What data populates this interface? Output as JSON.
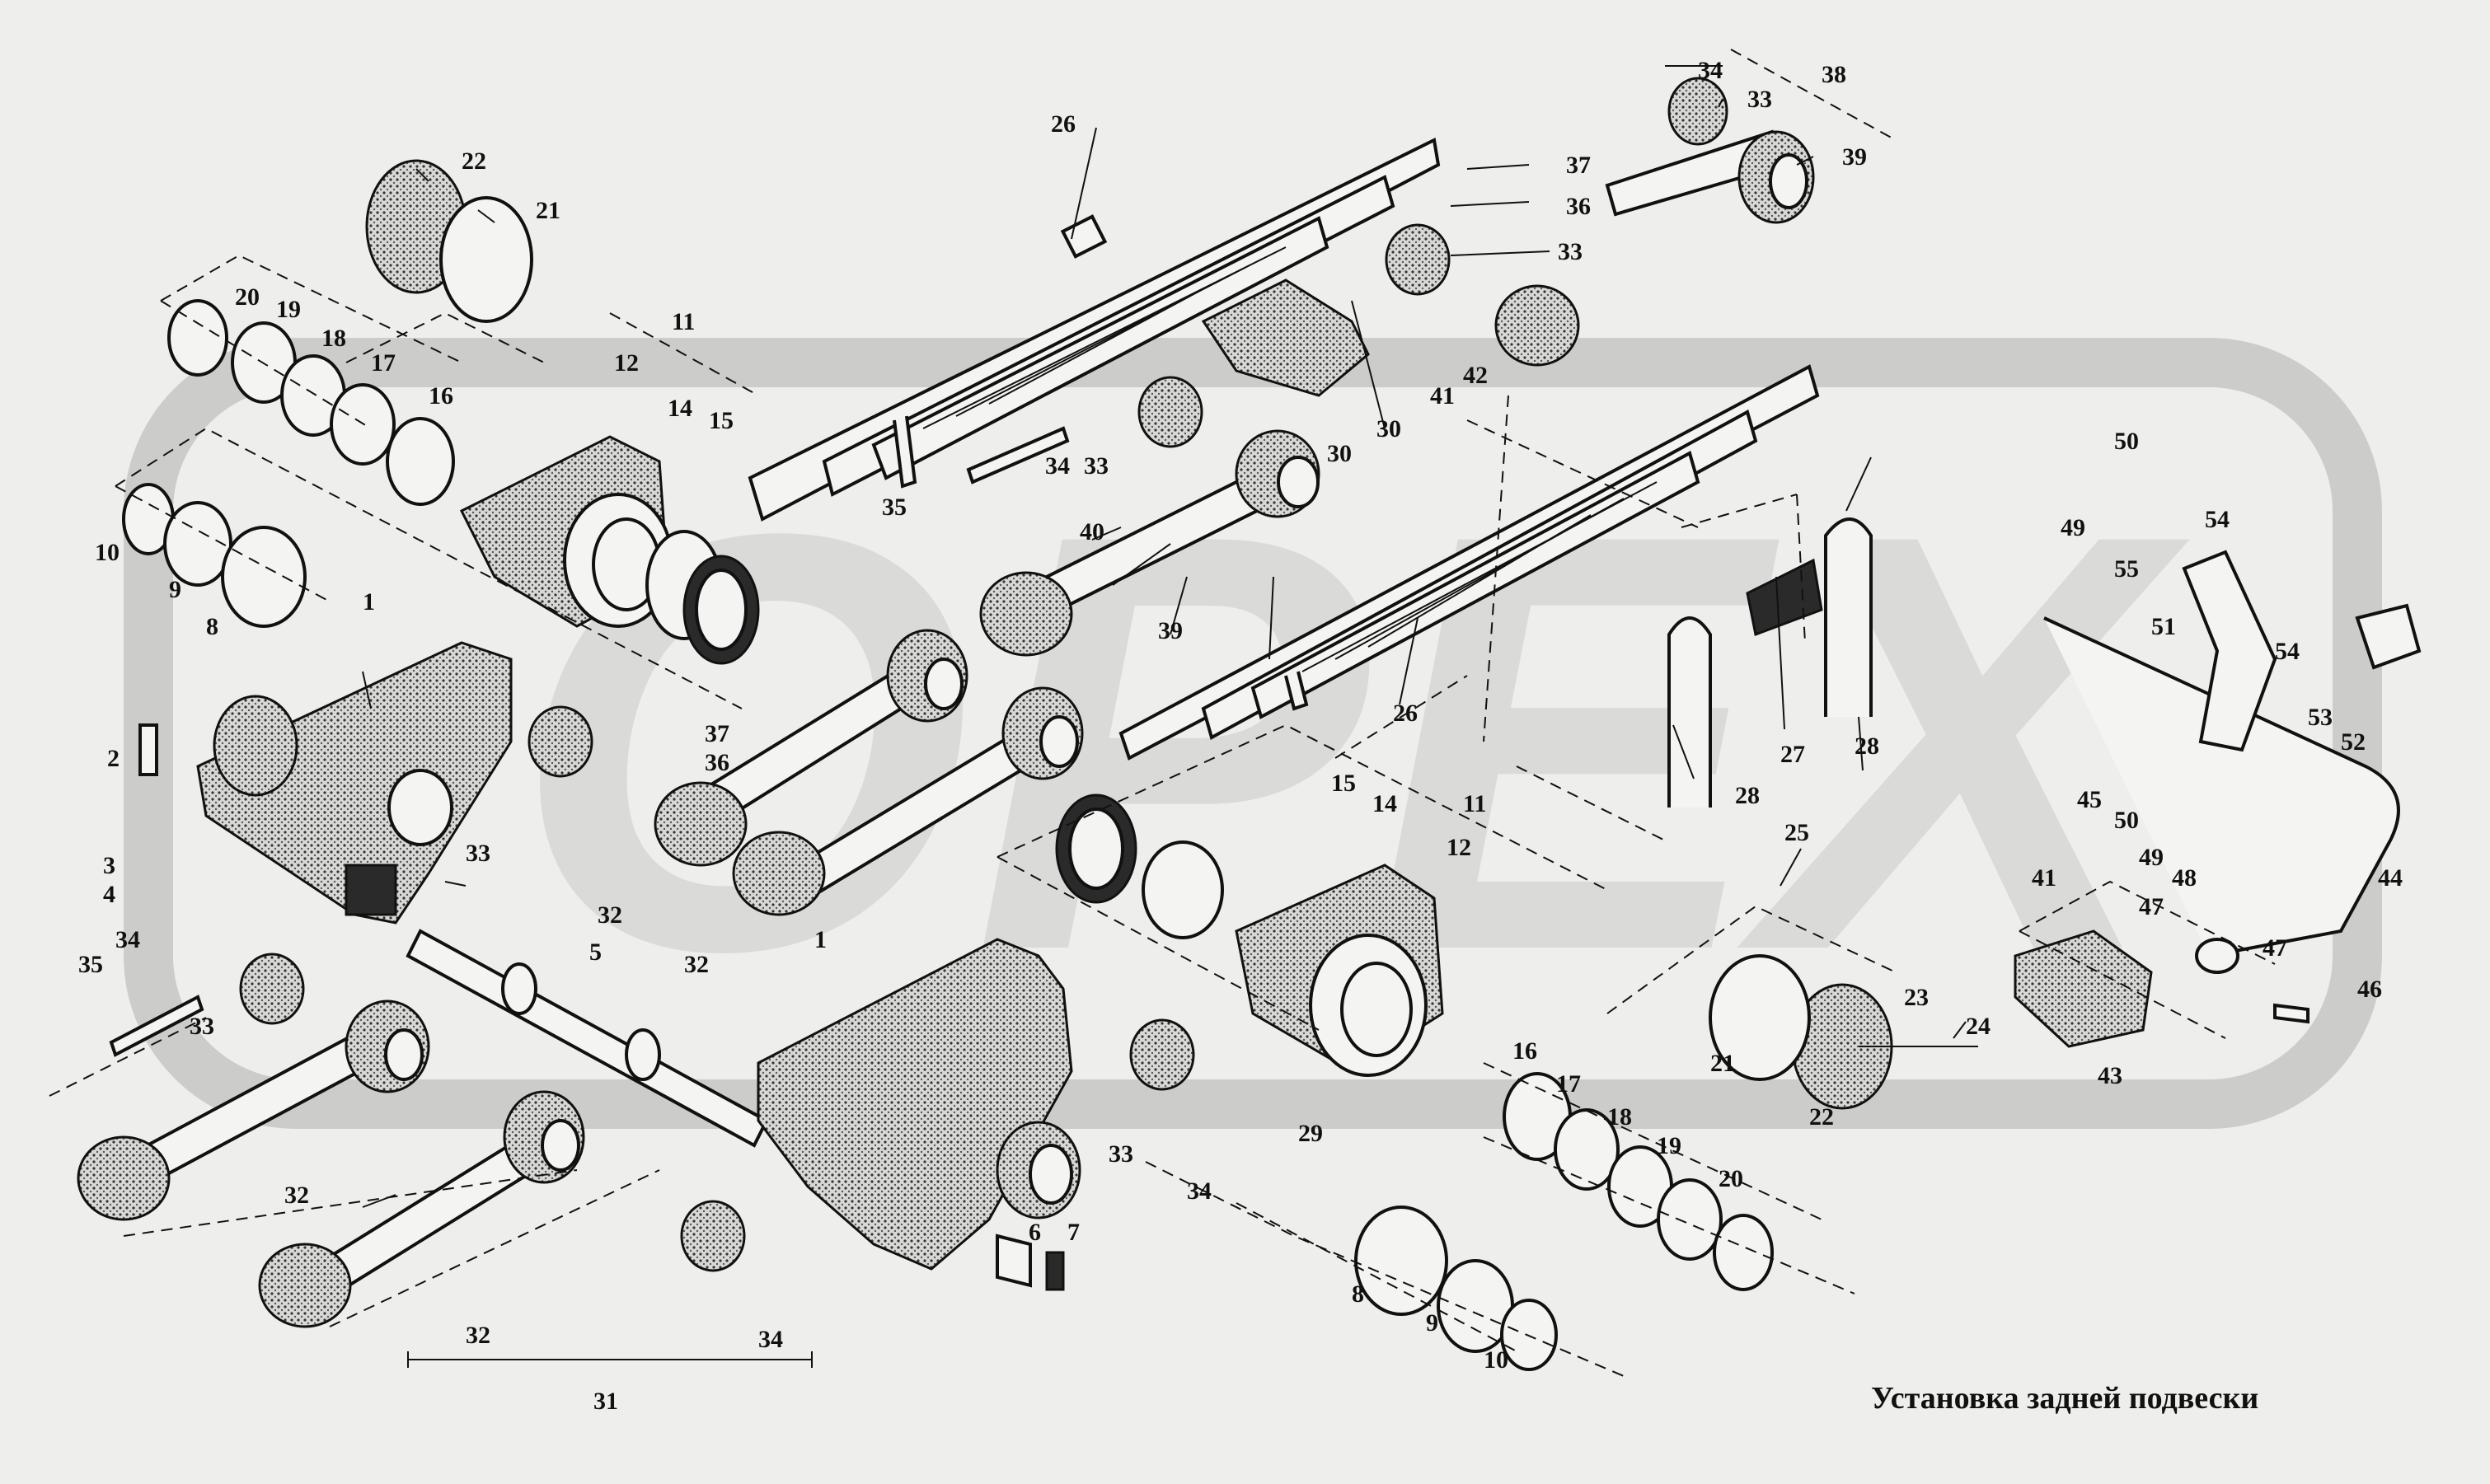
{
  "caption": "Установка задней подвески",
  "watermark": "OPEX",
  "colors": {
    "background": "#eeeeec",
    "ink": "#111111",
    "watermark": "#c6c6c4"
  },
  "callouts": [
    "1",
    "1",
    "2",
    "3",
    "4",
    "5",
    "6",
    "7",
    "8",
    "8",
    "9",
    "9",
    "10",
    "10",
    "11",
    "11",
    "12",
    "12",
    "14",
    "14",
    "15",
    "15",
    "16",
    "16",
    "17",
    "17",
    "18",
    "18",
    "19",
    "19",
    "20",
    "20",
    "21",
    "21",
    "22",
    "22",
    "23",
    "24",
    "25",
    "26",
    "26",
    "27",
    "28",
    "28",
    "29",
    "30",
    "30",
    "31",
    "32",
    "32",
    "32",
    "32",
    "33",
    "33",
    "33",
    "33",
    "33",
    "33",
    "34",
    "34",
    "34",
    "34",
    "34",
    "35",
    "35",
    "36",
    "36",
    "37",
    "37",
    "38",
    "39",
    "39",
    "40",
    "41",
    "41",
    "42",
    "43",
    "44",
    "45",
    "46",
    "47",
    "47",
    "48",
    "49",
    "49",
    "50",
    "50",
    "51",
    "52",
    "53",
    "54",
    "54",
    "55"
  ]
}
